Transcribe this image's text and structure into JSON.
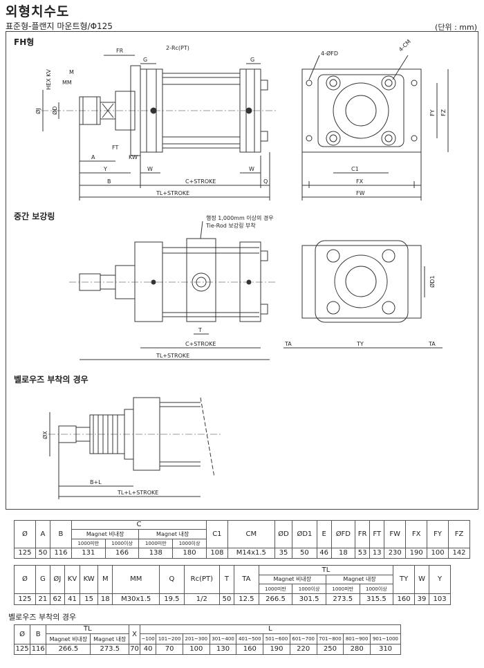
{
  "title": "외형치수도",
  "subtitle": "표준형-플랜지 마운트형/Φ125",
  "unit": "(단위 : mm)",
  "sections": {
    "fh": "FH형",
    "mid": "중간 보강링",
    "bellows": "벨로우즈 부착의 경우"
  },
  "labels": {
    "fr": "FR",
    "rc": "2-Rc(PT)",
    "g": "G",
    "m": "M",
    "mm": "MM",
    "hexkv": "HEX KV",
    "j": "ØJ",
    "d": "ØD",
    "ft": "FT",
    "a": "A",
    "kw": "KW",
    "y": "Y",
    "w": "W",
    "b": "B",
    "cstroke": "C+STROKE",
    "q": "Q",
    "tlstroke": "TL+STROKE",
    "fd": "4-ØFD",
    "cm": "4-CM",
    "fy": "FY",
    "fz": "FZ",
    "c1": "C1",
    "fx": "FX",
    "fw": "FW",
    "note1": "행정 1,000mm 이상의 경우",
    "note2": "Tie-Rod 보강링 부착",
    "d1": "ØD1",
    "t": "T",
    "ta": "TA",
    "ty": "TY",
    "x": "ØX",
    "bl": "B+L",
    "tllstroke": "TL+L+STROKE"
  },
  "table1": {
    "h": {
      "phi": "Ø",
      "a": "A",
      "b": "B",
      "c": "C",
      "non": "Magnet 비내장",
      "in": "Magnet 내장",
      "lt": "1000미만",
      "ge": "1000이상",
      "c1": "C1",
      "cm": "CM",
      "d": "ØD",
      "d1": "ØD1",
      "e": "E",
      "fd": "ØFD",
      "fr": "FR",
      "ft": "FT",
      "fw": "FW",
      "fx": "FX",
      "fy": "FY",
      "fz": "FZ"
    },
    "row": [
      "125",
      "50",
      "116",
      "131",
      "166",
      "138",
      "180",
      "108",
      "M14x1.5",
      "35",
      "50",
      "46",
      "18",
      "53",
      "13",
      "230",
      "190",
      "100",
      "142"
    ]
  },
  "table2": {
    "h": {
      "phi": "Ø",
      "g": "G",
      "j": "ØJ",
      "kv": "KV",
      "kw": "KW",
      "m": "M",
      "mm": "MM",
      "q": "Q",
      "rc": "Rc(PT)",
      "t": "T",
      "ta": "TA",
      "tl": "TL",
      "non": "Magnet 비내장",
      "in": "Magnet 내장",
      "lt": "1000미만",
      "ge": "1000이상",
      "ty": "TY",
      "w": "W",
      "y": "Y"
    },
    "row": [
      "125",
      "21",
      "62",
      "41",
      "15",
      "18",
      "M30x1.5",
      "19.5",
      "1/2",
      "50",
      "12.5",
      "266.5",
      "301.5",
      "273.5",
      "315.5",
      "160",
      "39",
      "103"
    ]
  },
  "table3": {
    "title": "벨로우즈 부착의 경우",
    "h": {
      "phi": "Ø",
      "b": "B",
      "tl": "TL",
      "non": "Magnet 비내장",
      "in": "Magnet 내장",
      "x": "X",
      "l": "L"
    },
    "ranges": [
      "~100",
      "101~200",
      "201~300",
      "301~400",
      "401~500",
      "501~600",
      "601~700",
      "701~800",
      "801~900",
      "901~1000"
    ],
    "row": [
      "125",
      "116",
      "266.5",
      "273.5",
      "70",
      "40",
      "70",
      "100",
      "130",
      "160",
      "190",
      "220",
      "250",
      "280",
      "310"
    ]
  }
}
